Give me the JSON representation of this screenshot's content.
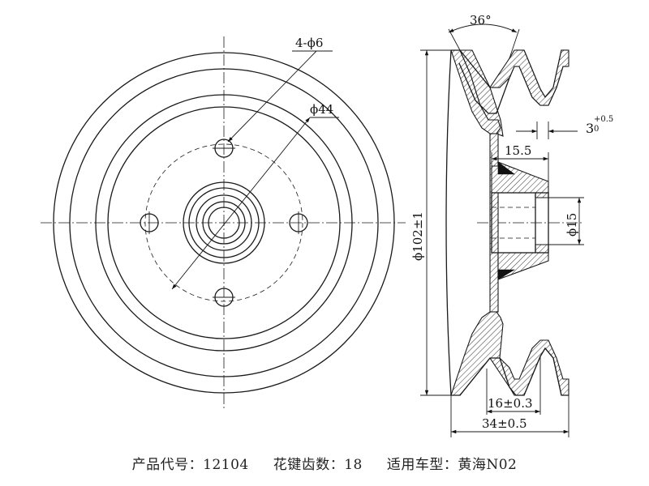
{
  "front_view": {
    "hole_callout": "4-ϕ6",
    "pcd_callout": "ϕ44"
  },
  "side_view": {
    "groove_angle": "36°",
    "web_thickness_base": "3",
    "web_thickness_upper": "+0.5",
    "web_thickness_lower": "0",
    "hub_offset": "15.5",
    "bore_diameter": "ϕ15",
    "outer_diameter": "ϕ102±1",
    "groove_pitch": "16±0.3",
    "overall_width": "34±0.5"
  },
  "caption": {
    "product_code": "产品代号：12104",
    "spline_teeth": "花键齿数：18",
    "vehicle_model": "适用车型：黄海N02"
  }
}
